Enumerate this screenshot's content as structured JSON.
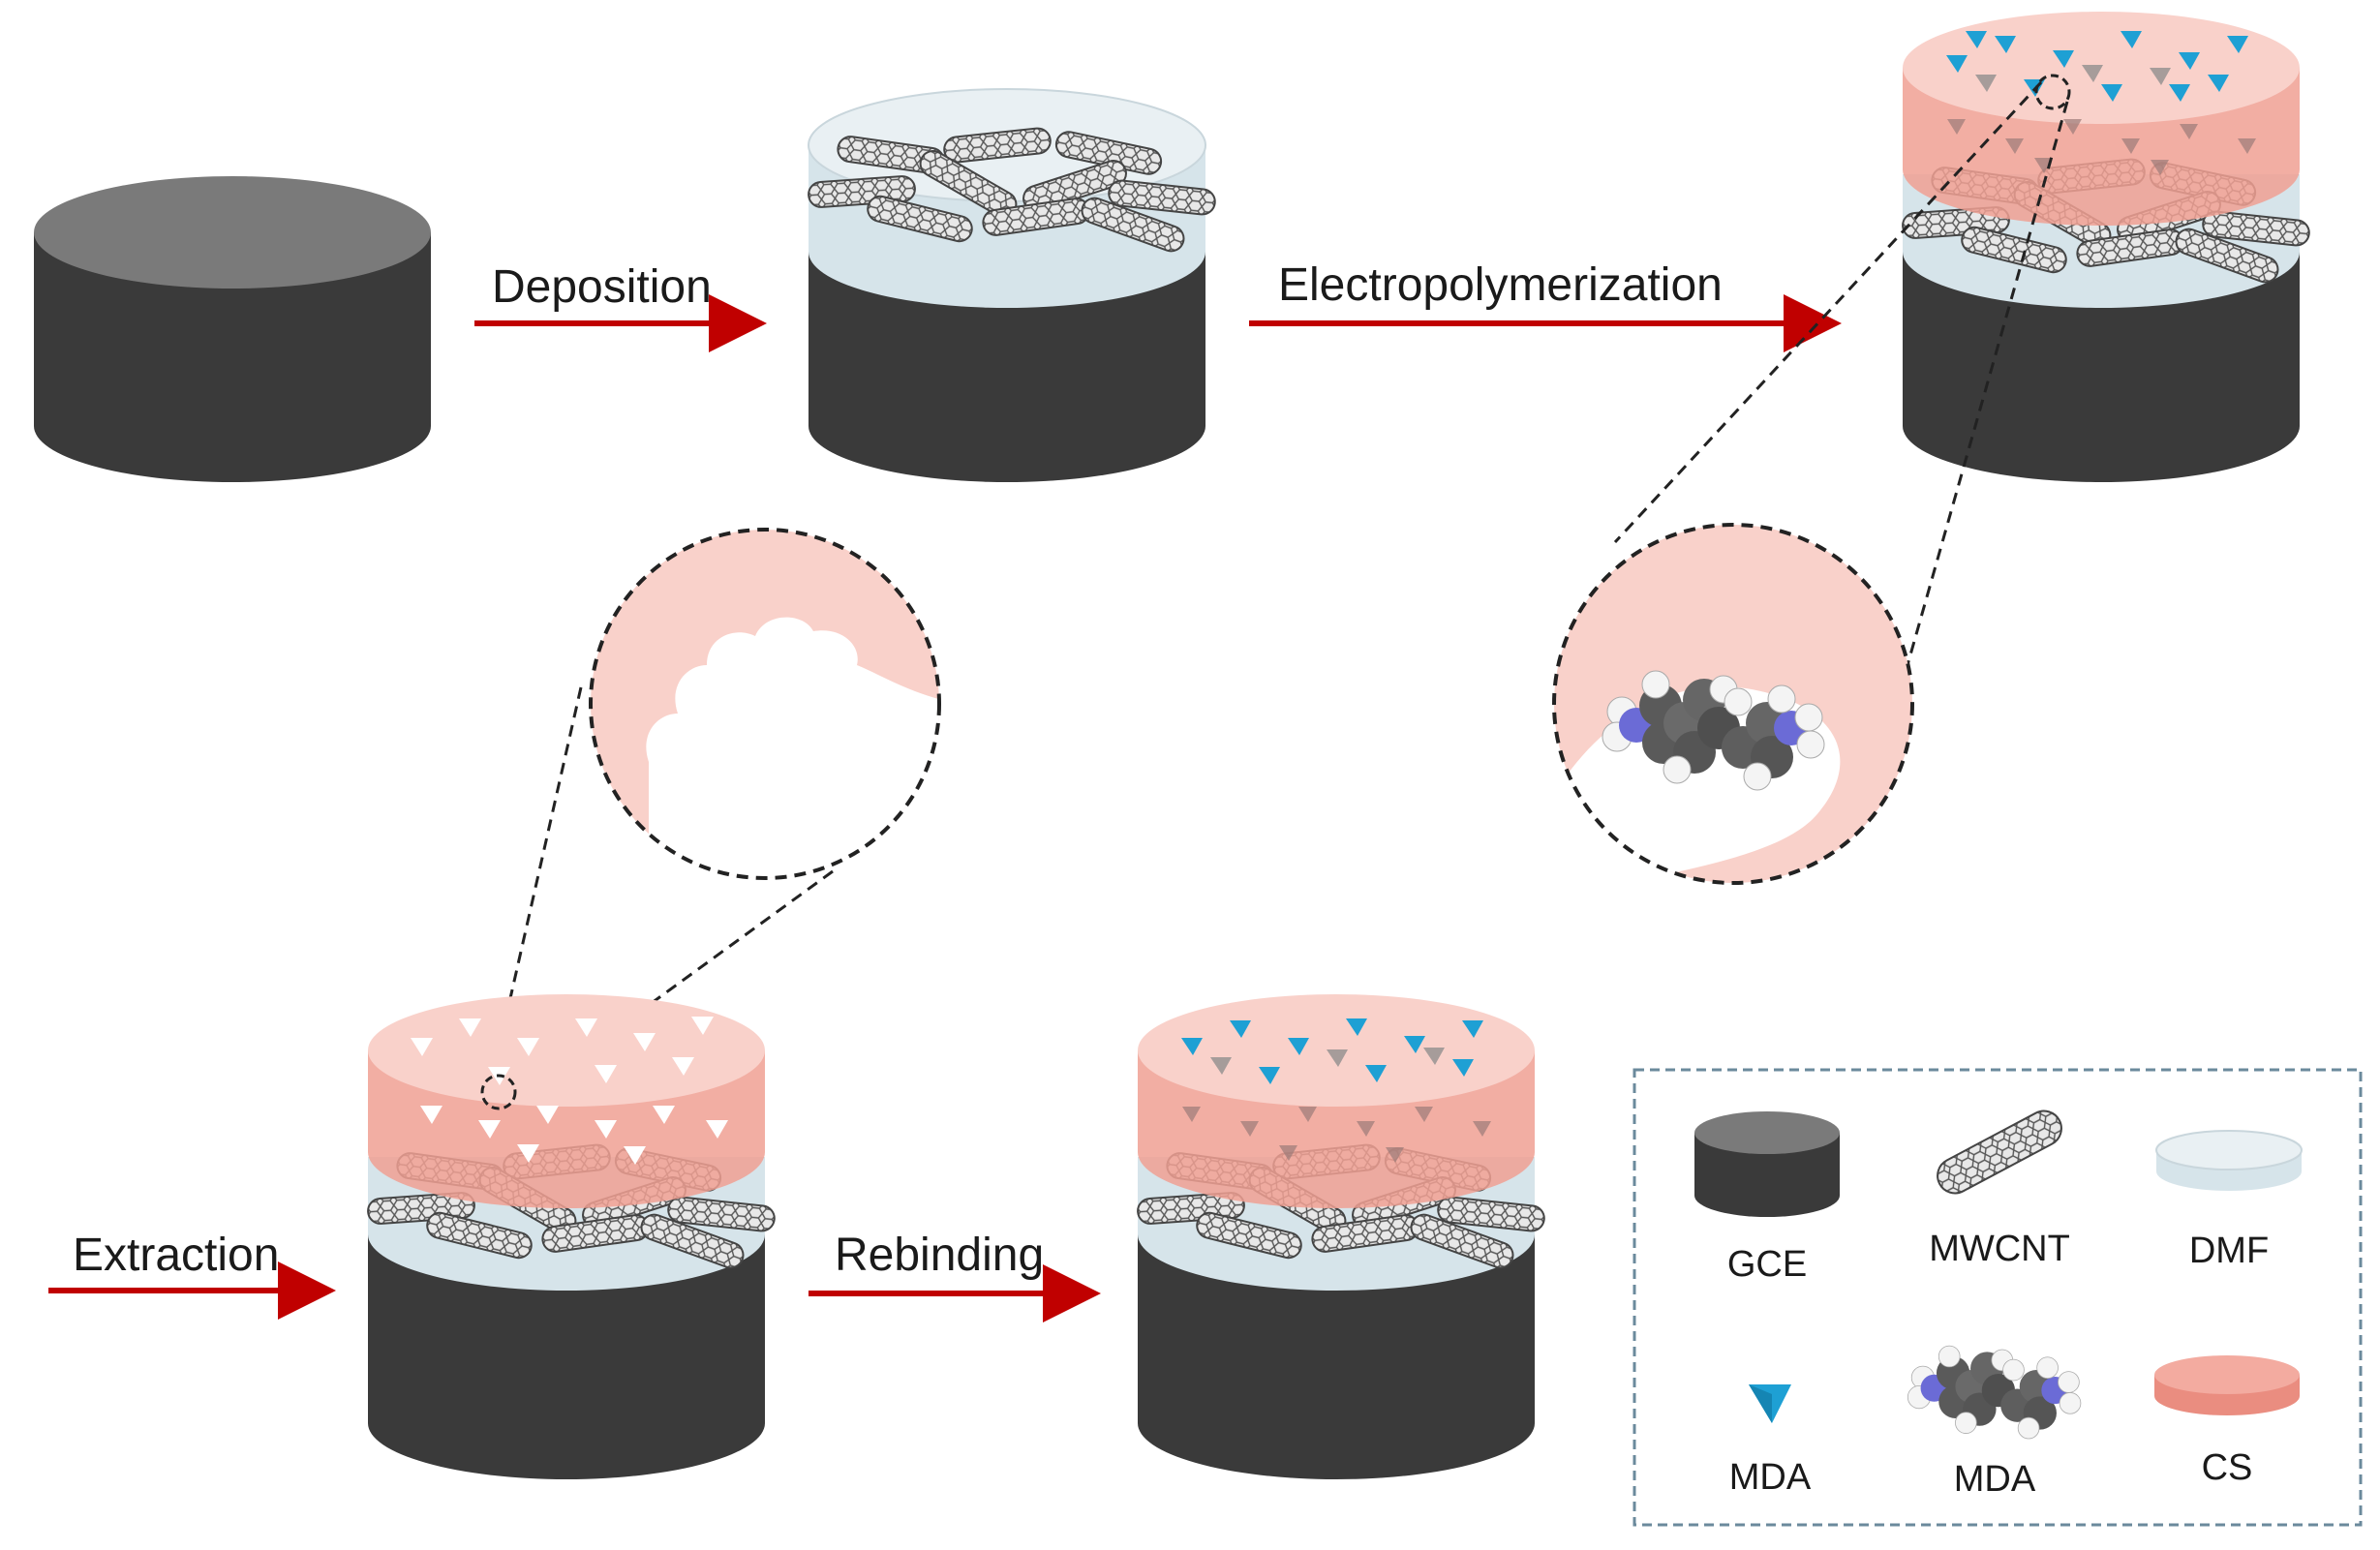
{
  "steps": {
    "deposition": "Deposition",
    "electropolymerization": "Electropolymerization",
    "extraction": "Extraction",
    "rebinding": "Rebinding"
  },
  "legend": {
    "gce": "GCE",
    "mwcnt": "MWCNT",
    "dmf": "DMF",
    "mda_template": "MDA",
    "mda_molecule": "MDA",
    "cs": "CS"
  },
  "colors": {
    "electrode_body": "#3a3a3a",
    "electrode_top": "#7a7a7a",
    "dmf_layer": "#dce7ec",
    "cs_layer": "#f2a79d",
    "cs_top": "#f9cfc8",
    "arrow": "#c00000",
    "mda_triangle": "#1ea0d4",
    "legend_border": "#6b8a9c"
  }
}
